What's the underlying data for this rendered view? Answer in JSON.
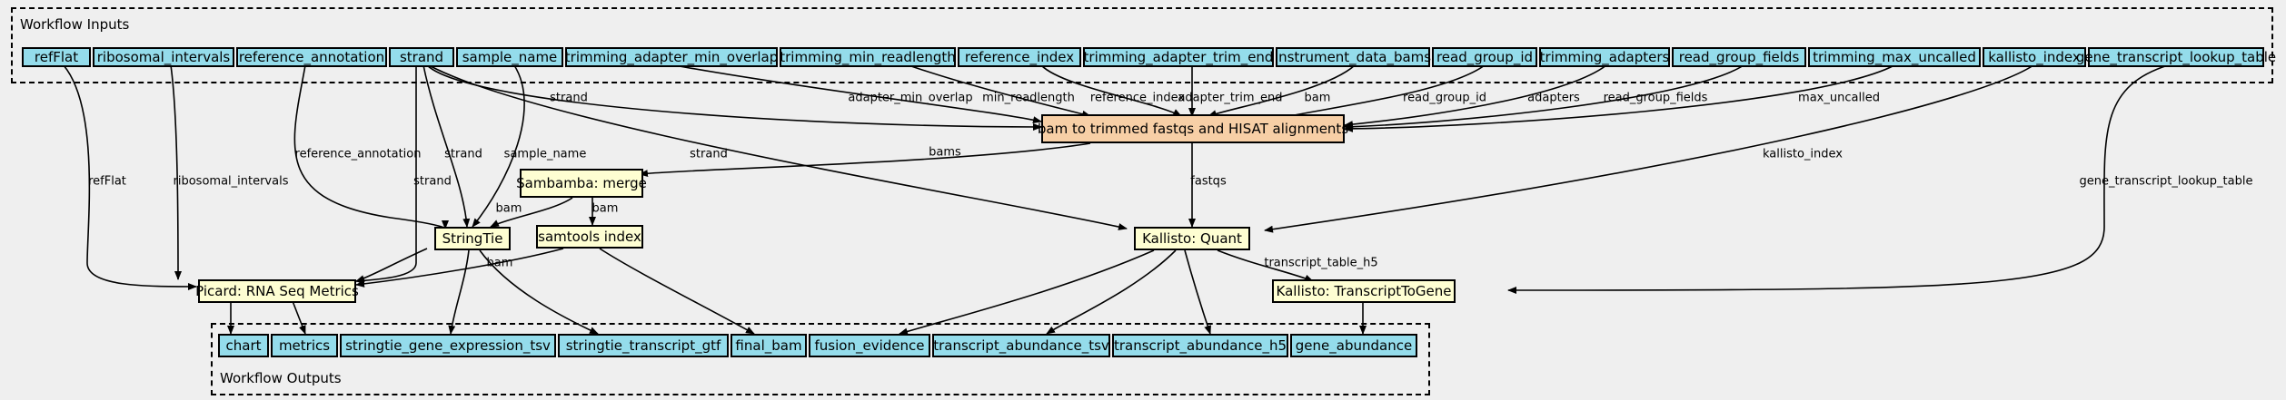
{
  "clusters": {
    "inputs_label": "Workflow Inputs",
    "outputs_label": "Workflow Outputs"
  },
  "colors": {
    "io_fill": "#94dceb",
    "step_fill": "#fefed2",
    "main_step_fill": "#f7cfa6",
    "background": "#efefef"
  },
  "inputs": {
    "refFlat": "refFlat",
    "ribosomal_intervals": "ribosomal_intervals",
    "reference_annotation": "reference_annotation",
    "strand": "strand",
    "sample_name": "sample_name",
    "trimming_adapter_min_overlap": "trimming_adapter_min_overlap",
    "trimming_min_readlength": "trimming_min_readlength",
    "reference_index": "reference_index",
    "trimming_adapter_trim_end": "trimming_adapter_trim_end",
    "instrument_data_bams": "instrument_data_bams",
    "read_group_id": "read_group_id",
    "trimming_adapters": "trimming_adapters",
    "read_group_fields": "read_group_fields",
    "trimming_max_uncalled": "trimming_max_uncalled",
    "kallisto_index": "kallisto_index",
    "gene_transcript_lookup_table": "gene_transcript_lookup_table"
  },
  "steps": {
    "bam_to_trimmed": "bam to trimmed fastqs and HISAT alignments",
    "sambamba_merge": "Sambamba: merge",
    "stringtie": "StringTie",
    "samtools_index": "samtools index",
    "kallisto_quant": "Kallisto: Quant",
    "picard": "Picard: RNA Seq Metrics",
    "kallisto_t2g": "Kallisto: TranscriptToGene"
  },
  "outputs": {
    "chart": "chart",
    "metrics": "metrics",
    "stringtie_gene_expression_tsv": "stringtie_gene_expression_tsv",
    "stringtie_transcript_gtf": "stringtie_transcript_gtf",
    "final_bam": "final_bam",
    "fusion_evidence": "fusion_evidence",
    "transcript_abundance_tsv": "transcript_abundance_tsv",
    "transcript_abundance_h5": "transcript_abundance_h5",
    "gene_abundance": "gene_abundance"
  },
  "edge_labels": {
    "e_strand_main": "strand",
    "e_min_overlap": "adapter_min_overlap",
    "e_min_readlength": "min_readlength",
    "e_reference_index": "reference_index",
    "e_adapter_trim_end": "adapter_trim_end",
    "e_bam": "bam",
    "e_read_group_id": "read_group_id",
    "e_adapters": "adapters",
    "e_read_group_fields": "read_group_fields",
    "e_max_uncalled": "max_uncalled",
    "e_refflat": "refFlat",
    "e_ribosomal": "ribosomal_intervals",
    "e_ref_annotation": "reference_annotation",
    "e_strand_picard": "strand",
    "e_strand_stringtie": "strand",
    "e_sample_name": "sample_name",
    "e_strand_kallisto": "strand",
    "e_bams": "bams",
    "e_fastqs": "fastqs",
    "e_kallisto_index": "kallisto_index",
    "e_lookup_table": "gene_transcript_lookup_table",
    "e_merge_stringtie": "bam",
    "e_merge_index": "bam",
    "e_index_picard": "bam",
    "e_h5": "transcript_table_h5"
  }
}
